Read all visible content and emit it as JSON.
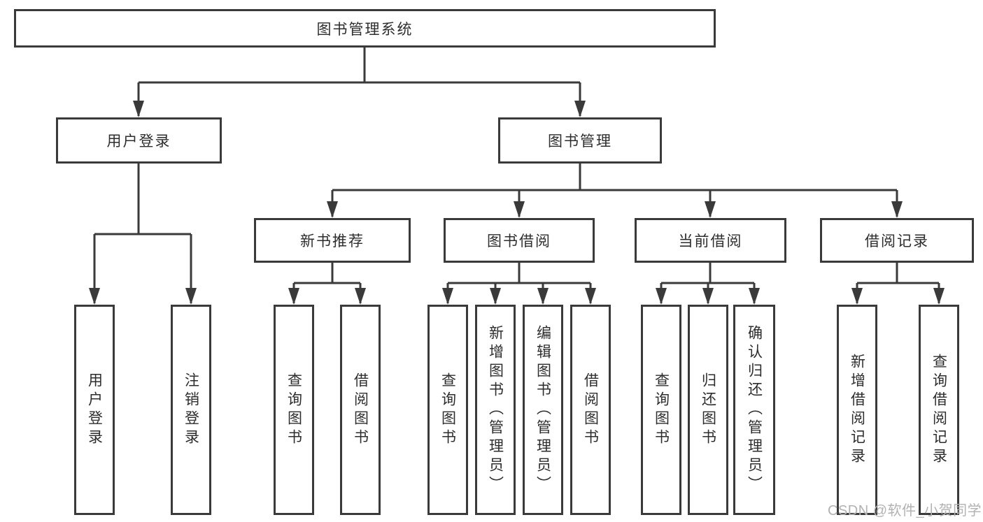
{
  "diagram": {
    "title": "图书管理系统",
    "nodes": {
      "root": "图书管理系统",
      "user_login_branch": "用户登录",
      "book_mgmt_branch": "图书管理",
      "new_book_rec": "新书推荐",
      "book_borrow": "图书借阅",
      "current_borrow": "当前借阅",
      "borrow_records": "借阅记录",
      "leaf_user_login": "用户登录",
      "leaf_logout": "注销登录",
      "leaf_query_book_1": "查询图书",
      "leaf_borrow_book_1": "借阅图书",
      "leaf_query_book_2": "查询图书",
      "leaf_add_book": "新增图书（管理员）",
      "leaf_edit_book": "编辑图书（管理员）",
      "leaf_borrow_book_2": "借阅图书",
      "leaf_query_book_3": "查询图书",
      "leaf_return_book": "归还图书",
      "leaf_confirm_return": "确认归还（管理员）",
      "leaf_add_borrow_record": "新增借阅记录",
      "leaf_query_borrow_record": "查询借阅记录"
    },
    "colors": {
      "line": "#3a3a3a",
      "box_border": "#3a3a3a",
      "text": "#2d2d2d",
      "background": "#ffffff",
      "watermark": "#b2b2b2"
    }
  },
  "watermark": "CSDN @软件_小贺同学"
}
